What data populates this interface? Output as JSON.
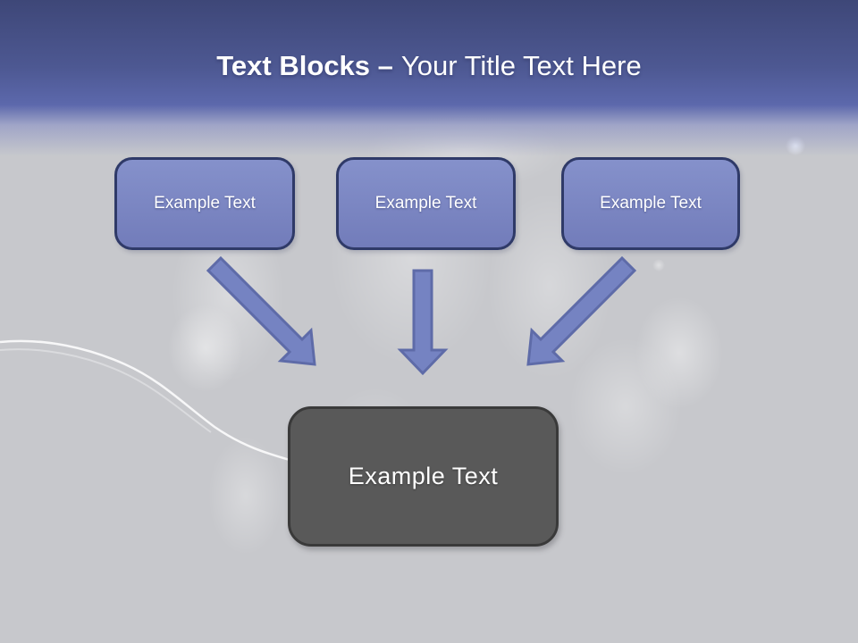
{
  "slide": {
    "title": {
      "bold_text": "Text Blocks –",
      "regular_text": "Your Title Text Here"
    }
  },
  "diagram": {
    "blocks": [
      {
        "label": "Example Text"
      },
      {
        "label": "Example Text"
      },
      {
        "label": "Example Text"
      }
    ],
    "result_block": {
      "label": "Example Text"
    },
    "arrow_icons": [
      "arrow-down-right",
      "arrow-down",
      "arrow-down-left"
    ]
  },
  "colors": {
    "header-top": "#3e4778",
    "header-mid": "#5c68ac",
    "canvas-gray": "#c7c8cc",
    "block-fill": "#7983c1",
    "block-border": "#2f3a68",
    "arrow-fill": "#7583c2",
    "arrow-border": "#5e6ba8",
    "result-fill": "#595959",
    "result-border": "#3a3a3a",
    "text-white": "#ffffff"
  }
}
